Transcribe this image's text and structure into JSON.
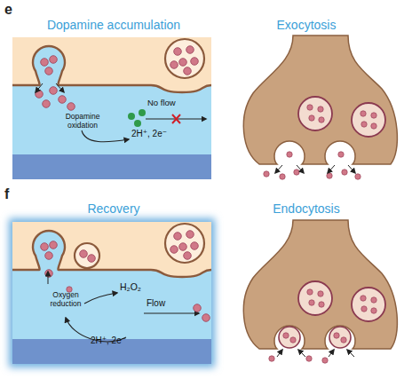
{
  "diagram": {
    "nodes": [
      {
        "text": [
          "Dopamine accumulation",
          "Dopamine oxidation",
          "No flow",
          "2H⁺, 2e⁻"
        ]
      },
      {
        "text": [
          "Exocytosis"
        ]
      },
      {
        "text": [
          "Recovery",
          "Oxygen reduction",
          "H₂O₂",
          "Flow",
          "2H⁺, 2e⁻"
        ]
      },
      {
        "text": [
          "Endocytosis"
        ]
      }
    ],
    "labels": [
      "e",
      "f"
    ]
  }
}
